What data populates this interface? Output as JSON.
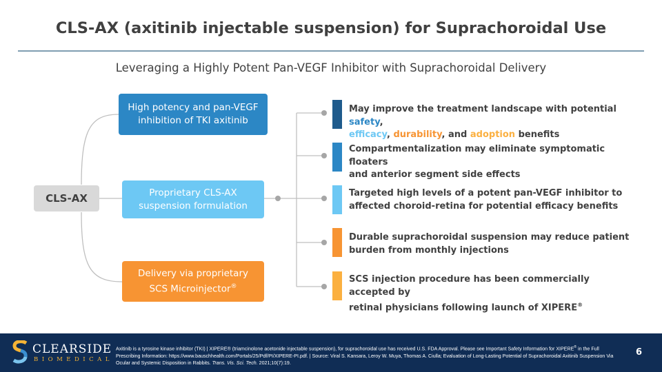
{
  "header": {
    "title": "CLS-AX (axitinib injectable suspension) for Suprachoroidal Use",
    "subtitle": "Leveraging a Highly Potent Pan-VEGF Inhibitor with Suprachoroidal Delivery"
  },
  "diagram": {
    "root": "CLS-AX",
    "branches": [
      {
        "line1": "High potency and pan-VEGF",
        "line2": "inhibition of TKI axitinib",
        "color": "#2c87c5"
      },
      {
        "line1": "Proprietary CLS-AX",
        "line2": "suspension formulation",
        "color": "#6dc8f4"
      },
      {
        "line1": "Delivery via proprietary",
        "line2": "SCS Microinjector",
        "sup": "®",
        "color": "#f79433"
      }
    ],
    "benefits": [
      {
        "text1": "May improve the treatment landscape with potential ",
        "safety": "safety",
        "comma1": ",",
        "efficacy": "efficacy",
        "comma2": ", ",
        "durability": "durability",
        "and": ", and ",
        "adoption": "adoption",
        "text2": " benefits",
        "bar_color": "#1f5b8c"
      },
      {
        "line1": "Compartmentalization may eliminate symptomatic floaters",
        "line2": "and anterior segment side effects",
        "bar_color": "#2c87c5"
      },
      {
        "line1": "Targeted high levels of a potent pan-VEGF inhibitor to",
        "line2": "affected choroid-retina for potential efficacy benefits",
        "bar_color": "#6dc8f4"
      },
      {
        "line1": "Durable suprachoroidal suspension may reduce patient",
        "line2": "burden from monthly injections",
        "bar_color": "#f79433"
      },
      {
        "line1": "SCS injection procedure has been commercially accepted by",
        "line2": "retinal physicians following launch of XIPERE",
        "sup": "®",
        "bar_color": "#fbb040"
      }
    ],
    "highlight_colors": {
      "safety": "#2c87c5",
      "efficacy": "#6dc8f4",
      "durability": "#f79433",
      "adoption": "#fbb040"
    }
  },
  "footer": {
    "logo_name": "CLEARSIDE",
    "logo_sub": "BIOMEDICAL",
    "note_a": "Axitinib is a tyrosine kinase inhibitor (TKI) | XIPERE® (triamcinolone acetonide injectable suspension), for suprachoroidal use has received U.S. FDA Approval. Please see Important Safety Information for XIPERE",
    "note_sup": "®",
    "note_b": " in the Full Prescribing Information: https://www.bauschhealth.com/Portals/25/Pdf/PI/XIPERE-PI.pdf. | Source: Viral S. Kansara, Leroy W. Muya, Thomas A. Ciulla; Evaluation of Long-Lasting Potential of Suprachoroidal Axitinib Suspension Via Ocular and Systemic Disposition in Rabbits. ",
    "note_journal": "Trans. Vis. Sci. Tech.",
    "note_c": " 2021;10(7):19.",
    "page_number": "6",
    "brand_color": "#102d55",
    "accent_color": "#f5b335"
  }
}
